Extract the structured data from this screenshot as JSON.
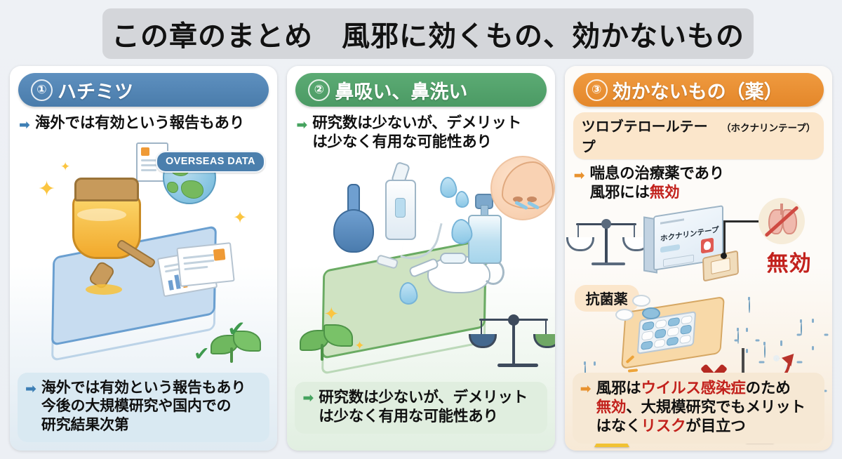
{
  "title": "この章のまとめ　風邪に効くもの、効かないもの",
  "columns": [
    {
      "number": "①",
      "header": "ハチミツ",
      "accent": "#4a7cab",
      "top_bullet": "海外では有効という報告もあり",
      "bottom_bullet_lines": [
        "海外では有効という報告もあり",
        "今後の大規模研究や国内での",
        "研究結果次第"
      ],
      "art_badge": "OVERSEAS DATA"
    },
    {
      "number": "②",
      "header": "鼻吸い、鼻洗い",
      "accent": "#4b9a64",
      "top_bullet_lines": [
        "研究数は少ないが、デメリット",
        "は少なく有用な可能性あり"
      ],
      "bottom_bullet_lines": [
        "研究数は少ないが、デメリット",
        "は少なく有用な可能性あり"
      ]
    },
    {
      "number": "③",
      "header": "効かないもの（薬）",
      "accent": "#e4872a",
      "subsection_1_main": "ツロブテロールテープ",
      "subsection_1_sub": "（ホクナリンテープ）",
      "subsection_2_main": "抗菌薬",
      "bullet_1_line_1": "喘息の治療薬であり",
      "bullet_1_line_2_plain": "風邪には",
      "bullet_1_line_2_red": "無効",
      "product_box_label": "ホクナリンテープ",
      "stamp_red": "無効",
      "bottom": {
        "l1_a": "風邪は",
        "l1_red": "ウイルス感染症",
        "l1_b": "のため",
        "l2_red": "無効",
        "l2_b": "、大規模研究でもメリット",
        "l3_a": "はなく",
        "l3_red": "リスク",
        "l3_b": "が目立つ"
      }
    }
  ],
  "colors": {
    "page_bg": "#eef1f5",
    "title_bg": "#d4d6da",
    "blue": "#4a7cab",
    "green": "#4b9a64",
    "orange": "#e4872a",
    "red": "#c2211c",
    "honey": "#f2a92c"
  }
}
